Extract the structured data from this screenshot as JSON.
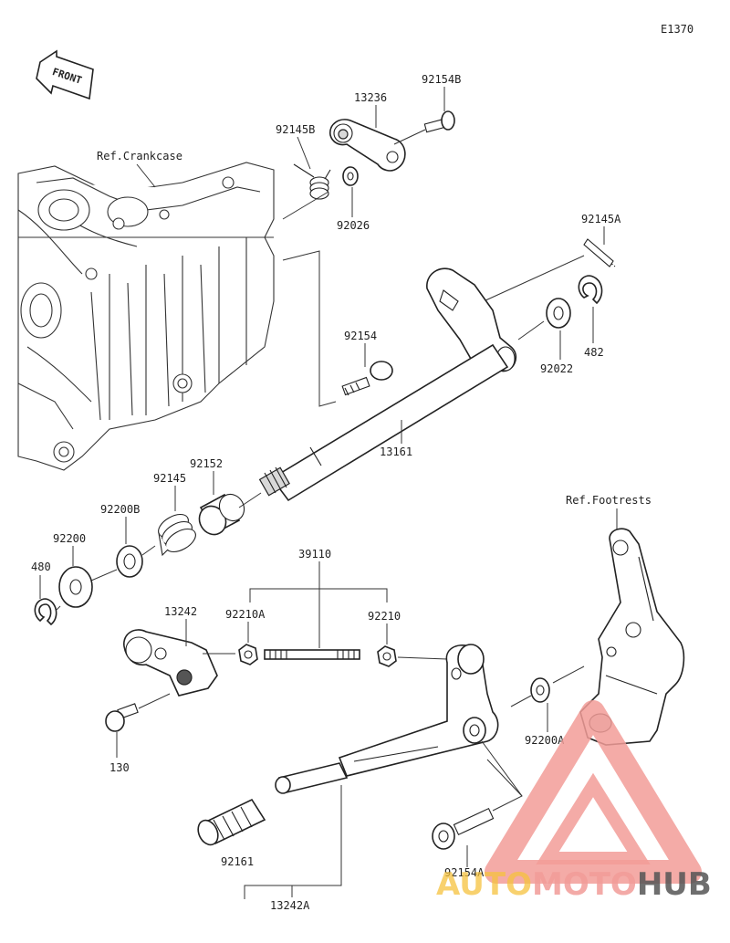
{
  "diagram_code": "E1370",
  "front_label": "FRONT",
  "ref_labels": {
    "crankcase": "Ref.Crankcase",
    "footrests": "Ref.Footrests"
  },
  "parts": {
    "p92154B": "92154B",
    "p13236": "13236",
    "p92145B": "92145B",
    "p92026": "92026",
    "p92145A": "92145A",
    "p92154": "92154",
    "p92022": "92022",
    "p482": "482",
    "p13161": "13161",
    "p92152": "92152",
    "p92145": "92145",
    "p92200B": "92200B",
    "p92200": "92200",
    "p480": "480",
    "p39110": "39110",
    "p13242": "13242",
    "p92210A": "92210A",
    "p92210": "92210",
    "p130": "130",
    "p92200A": "92200A",
    "p92161": "92161",
    "p92154A": "92154A",
    "p13242A": "13242A"
  },
  "watermark": {
    "part1": "AUTO",
    "part2": "MOTO",
    "part3": "HUB",
    "color_accent": "#f29c98",
    "color_hub": "#555555",
    "color_moto": "#f6c23e"
  }
}
